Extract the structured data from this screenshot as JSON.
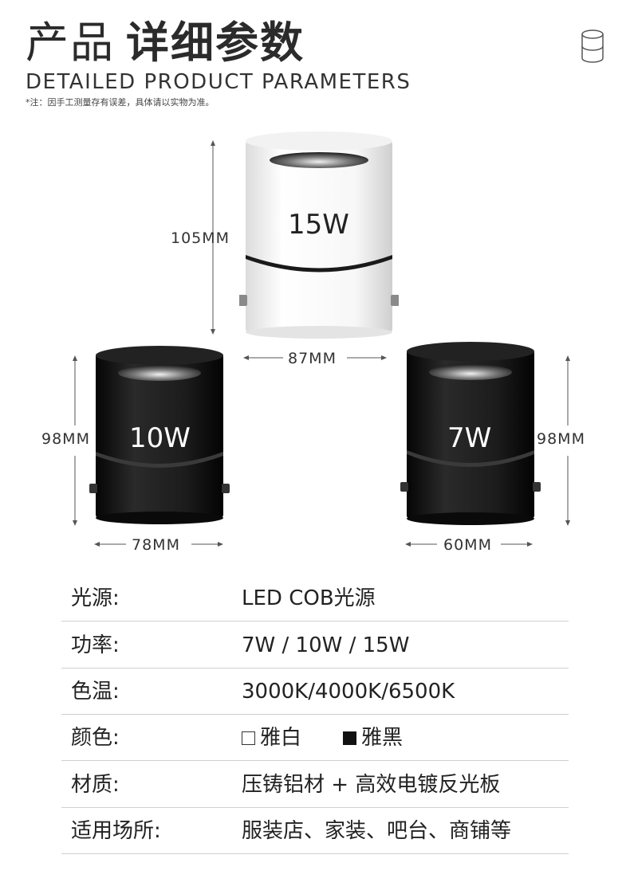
{
  "header": {
    "title_light": "产品",
    "title_bold": "详细参数",
    "subtitle_en": "DETAILED PRODUCT PARAMETERS",
    "note": "*注：因手工测量存有误差，具体请以实物为准。",
    "corner_icon": "cylinder-icon"
  },
  "products": [
    {
      "name": "15W",
      "color": "#ffffff",
      "height": "105MM",
      "width": "87MM"
    },
    {
      "name": "10W",
      "color": "#111111",
      "height": "98MM",
      "width": "78MM"
    },
    {
      "name": "7W",
      "color": "#111111",
      "height": "98MM",
      "width": "60MM"
    }
  ],
  "specs": [
    {
      "key": "光源:",
      "value": "LED COB光源"
    },
    {
      "key": "功率:",
      "value": "7W / 10W / 15W"
    },
    {
      "key": "色温:",
      "value": "3000K/4000K/6500K"
    },
    {
      "key": "颜色:",
      "options": [
        "雅白",
        "雅黑"
      ]
    },
    {
      "key": "材质:",
      "value": "压铸铝材 + 高效电镀反光板"
    },
    {
      "key": "适用场所:",
      "value": "服装店、家装、吧台、商铺等"
    }
  ]
}
